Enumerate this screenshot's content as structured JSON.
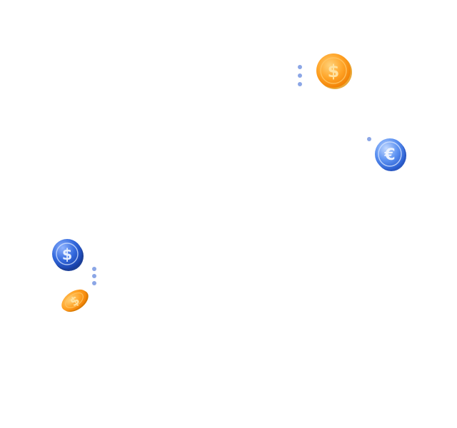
{
  "colors": {
    "orange_light": "#ffc14d",
    "orange_mid": "#ff9f1c",
    "orange_dark": "#e07000",
    "orange_glyph": "#ffe3a3",
    "blue_light": "#9ec2ff",
    "blue_mid": "#4a84ee",
    "blue_dark": "#1d4fc4",
    "blue_glyph": "#e6efff",
    "dot": "#8ba6e6"
  },
  "coins": [
    {
      "currency": "dollar",
      "symbol": "$",
      "color": "orange"
    },
    {
      "currency": "euro",
      "symbol": "€",
      "color": "blue"
    },
    {
      "currency": "dollar",
      "symbol": "$",
      "color": "blue"
    },
    {
      "currency": "dollar",
      "symbol": "$",
      "color": "orange"
    }
  ]
}
